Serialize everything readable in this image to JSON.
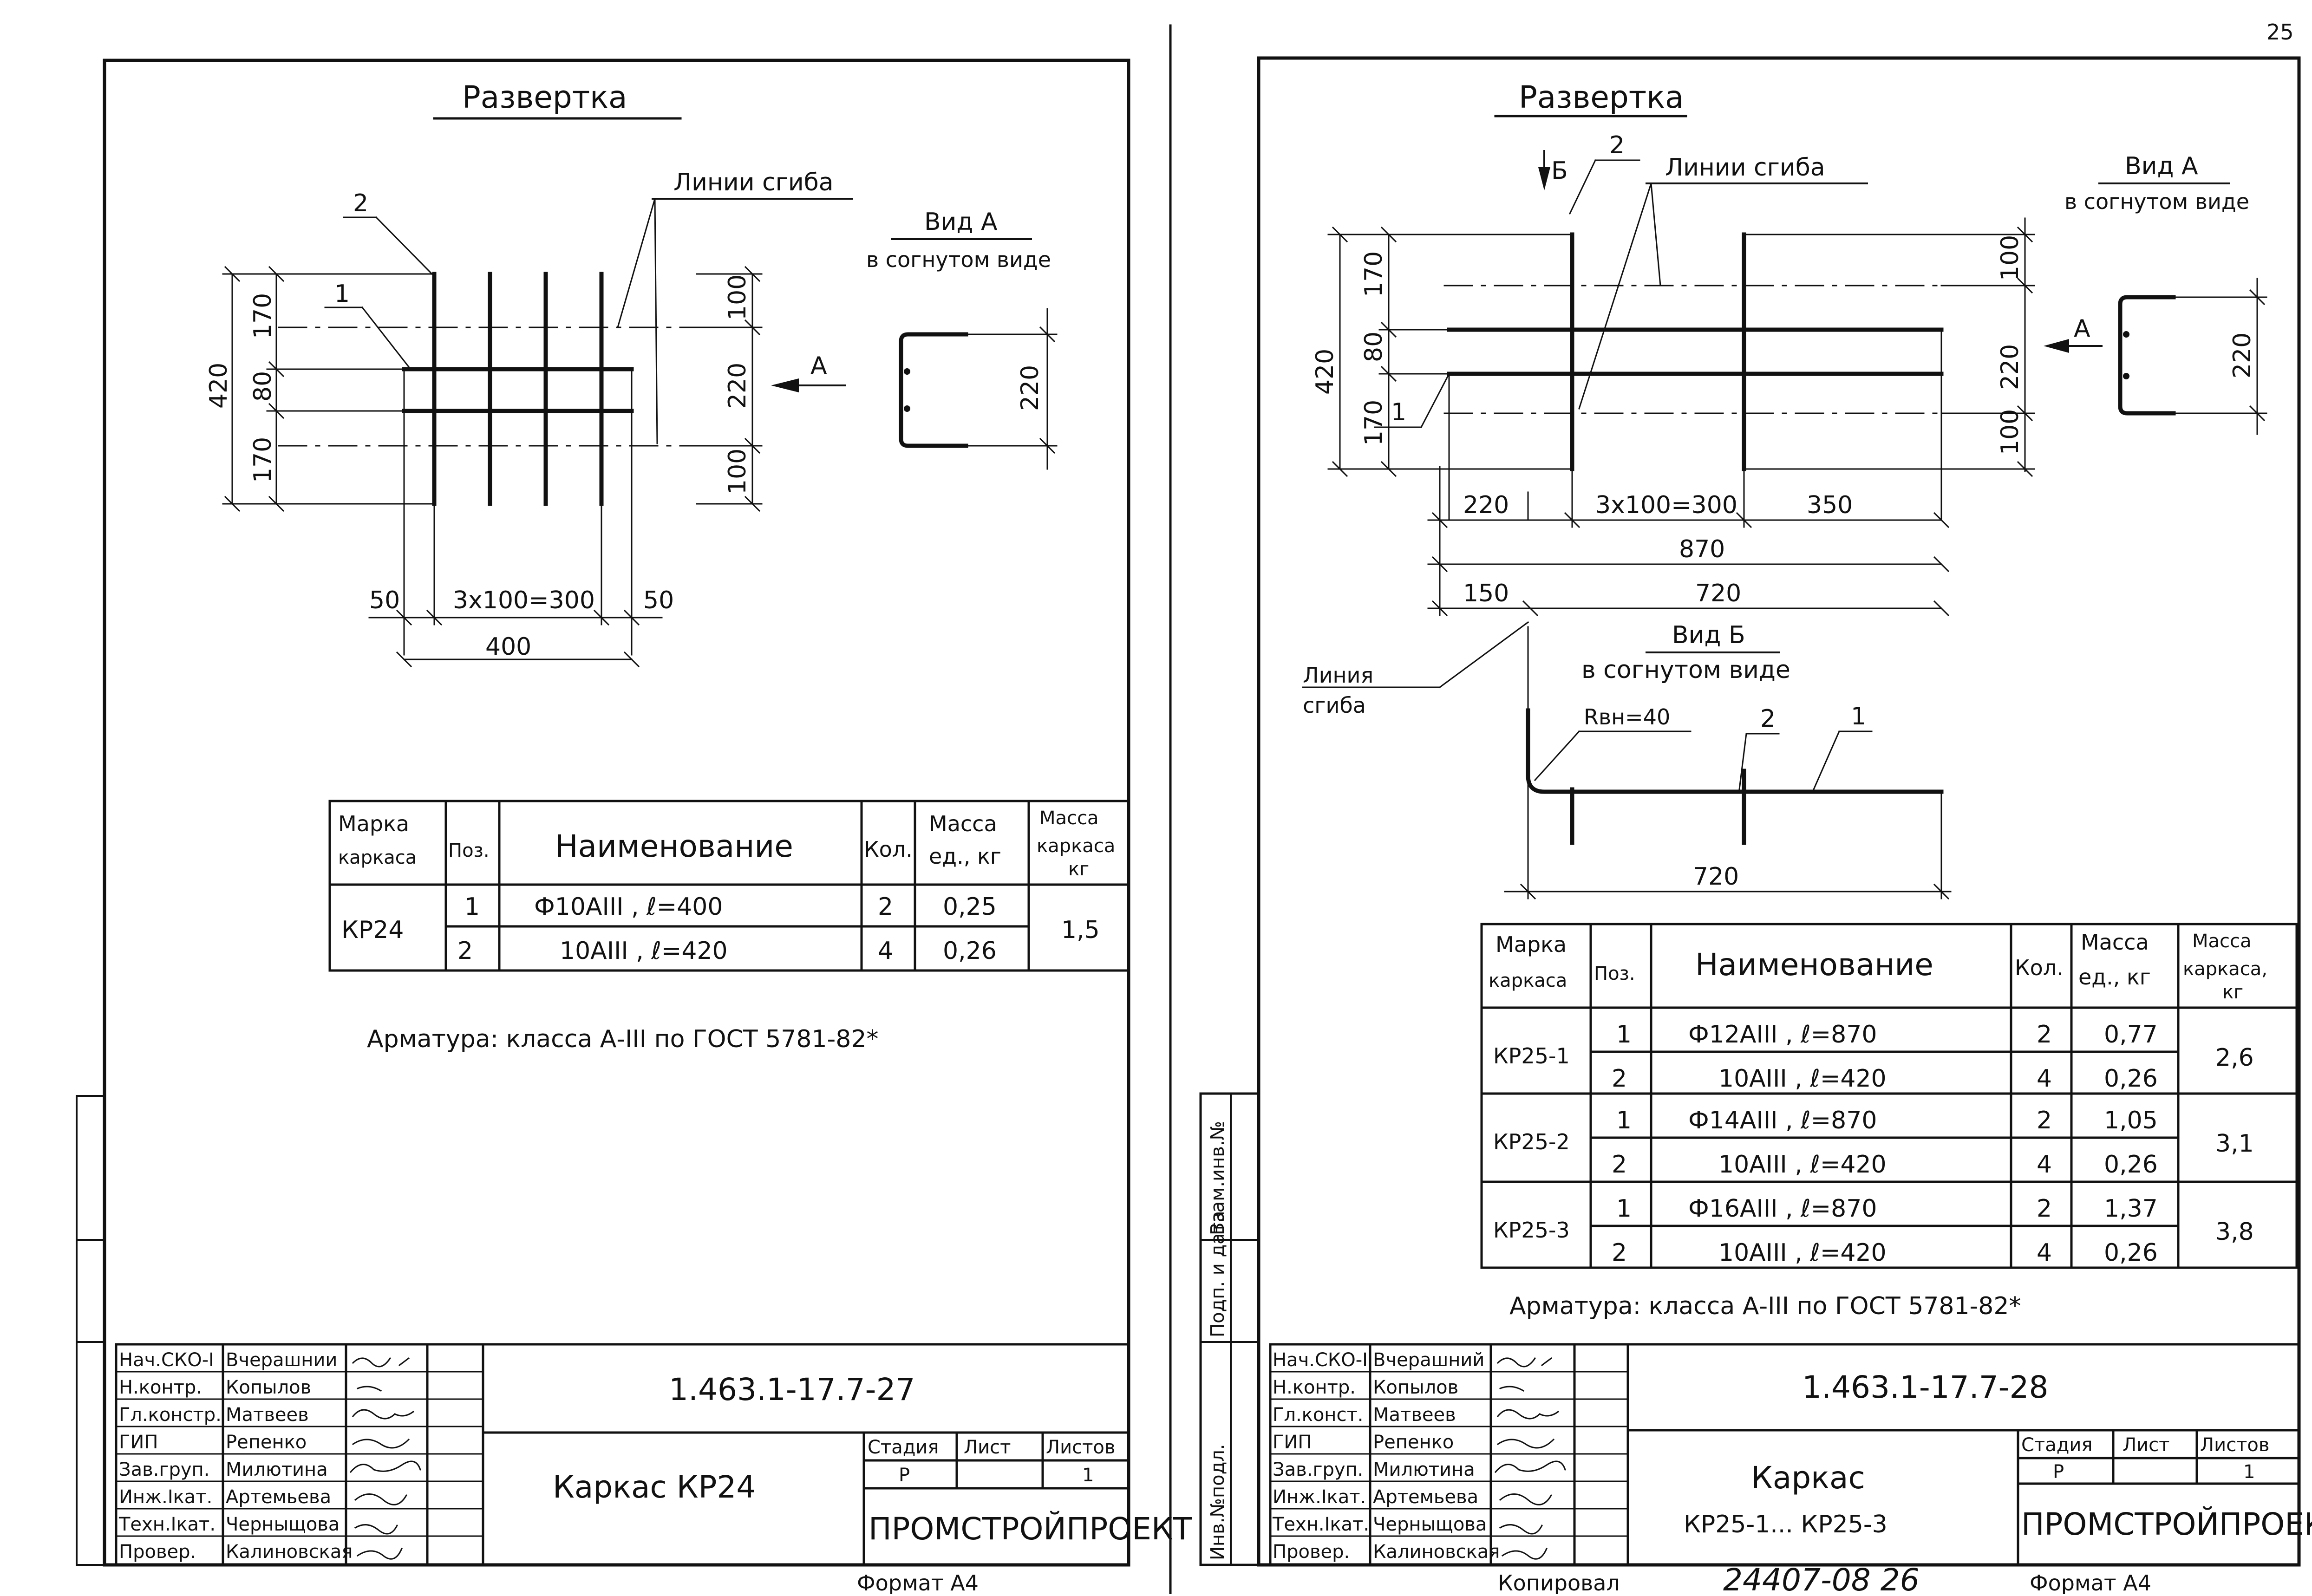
{
  "page_number": "25",
  "left": {
    "razvertka_title": "Развертка",
    "bend_lines_label": "Линии сгиба",
    "view_a_title": "Вид А",
    "view_a_sub": "в согнутом виде",
    "view_a_dim": "220",
    "arrow_label": "А",
    "pos1": "1",
    "pos2": "2",
    "dims": {
      "overall_h": "420",
      "d170a": "170",
      "d80": "80",
      "d170b": "170",
      "r100a": "100",
      "r220": "220",
      "r100b": "100",
      "b50a": "50",
      "b300": "3x100=300",
      "b50b": "50",
      "b400": "400"
    },
    "table": {
      "headers": {
        "marka": "Марка каркаса",
        "poz": "Поз.",
        "name": "Наименование",
        "kol": "Кол.",
        "mass_ed": "Масса ед., кг",
        "mass_k": "Масса каркаса кг"
      },
      "groups": [
        {
          "marka": "КР24",
          "mass": "1,5",
          "rows": [
            {
              "poz": "1",
              "name": "Ф10АIII , ℓ=400",
              "kol": "2",
              "mass": "0,25"
            },
            {
              "poz": "2",
              "name": "10АIII , ℓ=420",
              "kol": "4",
              "mass": "0,26"
            }
          ]
        }
      ]
    },
    "note": "Арматура: класса А-III по ГОСТ 5781-82*",
    "stamp": {
      "roles": [
        "Нач.СКО-I",
        "Н.контр.",
        "Гл.констр.",
        "ГИП",
        "Зав.груп.",
        "Инж.Iкат.",
        "Техн.Iкат.",
        "Провер."
      ],
      "names": [
        "Вчерашнии",
        "Копылов",
        "Матвеев",
        "Репенко",
        "Милютина",
        "Артемьева",
        "Черныщова",
        "Калиновская"
      ],
      "code": "1.463.1-17.7-27",
      "title": "Каркас КР24",
      "stadia_label": "Стадия",
      "list_label": "Лист",
      "listov_label": "Листов",
      "stadia": "Р",
      "listov": "1",
      "org": "ПРОМСТРОЙПРОЕКТ"
    },
    "format": "Формат А4"
  },
  "right": {
    "razvertka_title": "Развертка",
    "bend_lines_label": "Линии сгиба",
    "view_a_title": "Вид А",
    "view_a_sub": "в согнутом виде",
    "view_a_dim": "220",
    "arrow_a": "А",
    "arrow_b": "Б",
    "pos1": "1",
    "pos2": "2",
    "dims": {
      "overall_h": "420",
      "d170a": "170",
      "d80": "80",
      "d170b": "170",
      "r100a": "100",
      "r220": "220",
      "r100b": "100",
      "b220": "220",
      "b300": "3x100=300",
      "b350": "350",
      "b870": "870",
      "b150": "150",
      "b720": "720"
    },
    "bend_line_label": "Линия сгиба",
    "view_b_title": "Вид Б",
    "view_b_sub": "в согнутом виде",
    "rbh": "Rвн=40",
    "view_b_dim": "720",
    "table": {
      "headers": {
        "marka": "Марка каркаса",
        "poz": "Поз.",
        "name": "Наименование",
        "kol": "Кол.",
        "mass_ed": "Масса ед., кг",
        "mass_k": "Масса каркаса, кг"
      },
      "groups": [
        {
          "marka": "КР25-1",
          "mass": "2,6",
          "rows": [
            {
              "poz": "1",
              "name": "Ф12АIII , ℓ=870",
              "kol": "2",
              "mass": "0,77"
            },
            {
              "poz": "2",
              "name": "10АIII , ℓ=420",
              "kol": "4",
              "mass": "0,26"
            }
          ]
        },
        {
          "marka": "КР25-2",
          "mass": "3,1",
          "rows": [
            {
              "poz": "1",
              "name": "Ф14АIII , ℓ=870",
              "kol": "2",
              "mass": "1,05"
            },
            {
              "poz": "2",
              "name": "10АIII , ℓ=420",
              "kol": "4",
              "mass": "0,26"
            }
          ]
        },
        {
          "marka": "КР25-3",
          "mass": "3,8",
          "rows": [
            {
              "poz": "1",
              "name": "Ф16АIII , ℓ=870",
              "kol": "2",
              "mass": "1,37"
            },
            {
              "poz": "2",
              "name": "10АIII , ℓ=420",
              "kol": "4",
              "mass": "0,26"
            }
          ]
        }
      ]
    },
    "note": "Арматура: класса А-III по ГОСТ 5781-82*",
    "margin_labels": [
      "Взам.инв.№",
      "Подп. и дата",
      "Инв.№подл."
    ],
    "stamp": {
      "roles": [
        "Нач.СКО-I",
        "Н.контр.",
        "Гл.конст.",
        "ГИП",
        "Зав.груп.",
        "Инж.Iкат.",
        "Техн.Iкат.",
        "Провер."
      ],
      "names": [
        "Вчерашний",
        "Копылов",
        "Матвеев",
        "Репенко",
        "Милютина",
        "Артемьева",
        "Черныщова",
        "Калиновская"
      ],
      "code": "1.463.1-17.7-28",
      "title_line1": "Каркас",
      "title_line2": "КР25-1... КР25-3",
      "stadia_label": "Стадия",
      "list_label": "Лист",
      "listov_label": "Листов",
      "stadia": "Р",
      "listov": "1",
      "org": "ПРОМСТРОЙПРОЕКТ"
    },
    "kopiroval": "Копировал",
    "handwritten_number": "24407-08 26",
    "format": "Формат А4"
  }
}
